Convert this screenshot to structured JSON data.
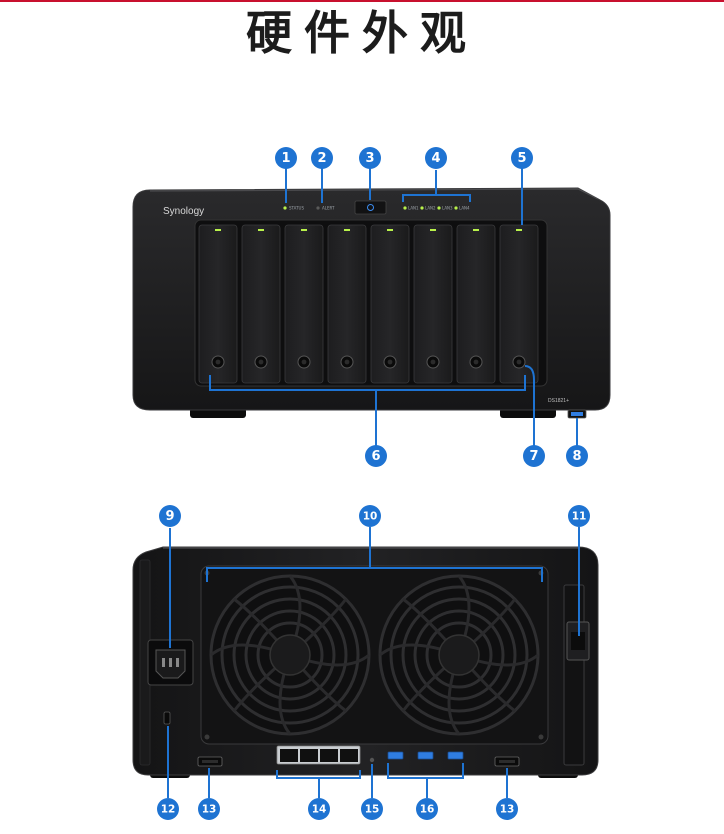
{
  "page": {
    "title": "硬件外观"
  },
  "front_view": {
    "brand_logo": "Synology",
    "model_label": "DS1821+",
    "indicators": {
      "status": "STATUS",
      "alert": "ALERT",
      "lan": [
        "LAN1",
        "LAN2",
        "LAN3",
        "LAN4"
      ]
    },
    "drive_bay_count": 8,
    "callouts": [
      "1",
      "2",
      "3",
      "4",
      "5",
      "6",
      "7",
      "8"
    ]
  },
  "rear_view": {
    "fan_count": 2,
    "lan_port_count": 4,
    "usb_port_count": 3,
    "callouts": [
      "9",
      "10",
      "11",
      "12",
      "13",
      "14",
      "15",
      "16",
      "13"
    ]
  },
  "colors": {
    "accent_rule": "#c8102e",
    "callout_blue": "#1e73d2",
    "chassis": "#1c1c1e",
    "led_green": "#b9f24b",
    "usb_blue": "#2f7de1"
  }
}
